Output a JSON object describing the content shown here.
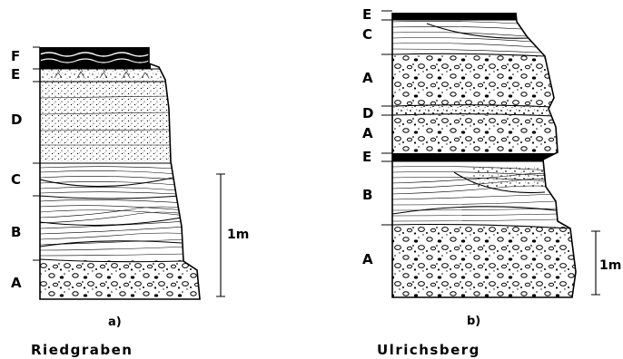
{
  "left_column": {
    "caption": "a)",
    "site": "Riedgraben",
    "layers": [
      {
        "label": "F",
        "lithology": "dark"
      },
      {
        "label": "E",
        "lithology": "soil"
      },
      {
        "label": "D",
        "lithology": "fine-dotted"
      },
      {
        "label": "C",
        "lithology": "cross-bedded"
      },
      {
        "label": "B",
        "lithology": "cross-bedded"
      },
      {
        "label": "A",
        "lithology": "gravel"
      }
    ],
    "scale_label": "1m"
  },
  "right_column": {
    "caption": "b)",
    "site": "Ulrichsberg",
    "layers": [
      {
        "label": "E",
        "lithology": "dark"
      },
      {
        "label": "C",
        "lithology": "cross-bedded"
      },
      {
        "label": "A",
        "lithology": "gravel"
      },
      {
        "label": "D",
        "lithology": "thin"
      },
      {
        "label": "A",
        "lithology": "gravel"
      },
      {
        "label": "E",
        "lithology": "dark"
      },
      {
        "label": "B",
        "lithology": "cross-bedded"
      },
      {
        "label": "A",
        "lithology": "gravel"
      }
    ],
    "scale_label": "1m"
  }
}
